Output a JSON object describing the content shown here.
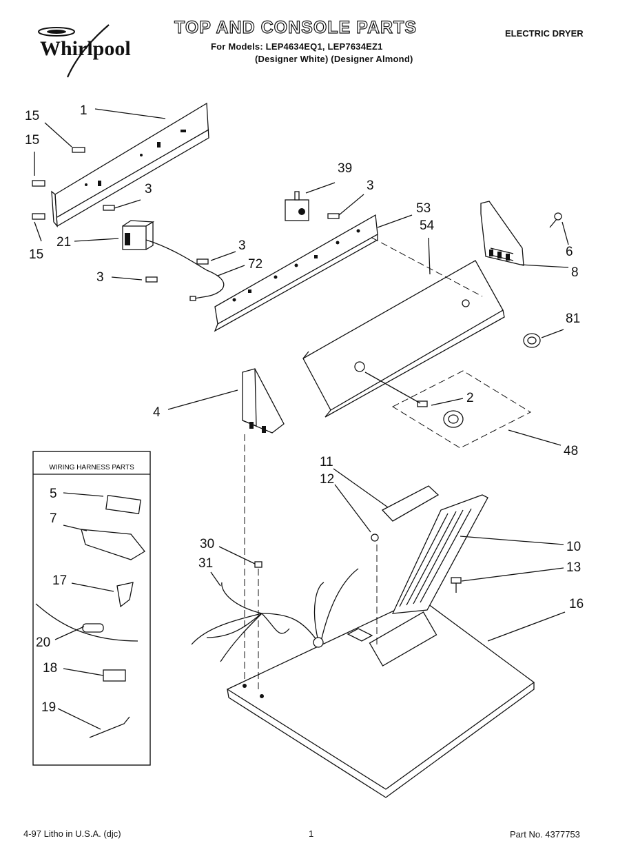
{
  "header": {
    "brand": "Whirlpool",
    "title": "TOP AND CONSOLE PARTS",
    "models_line": "For Models: LEP4634EQ1, LEP7634EZ1",
    "variants_line": "(Designer White) (Designer Almond)",
    "product_type": "ELECTRIC DRYER"
  },
  "inset": {
    "title": "WIRING HARNESS PARTS"
  },
  "labels": {
    "p1": "1",
    "p15a": "15",
    "p15b": "15",
    "p15c": "15",
    "p3a": "3",
    "p3b": "3",
    "p3c": "3",
    "p3d": "3",
    "p21": "21",
    "p39": "39",
    "p53": "53",
    "p54": "54",
    "p6": "6",
    "p8": "8",
    "p72": "72",
    "p81": "81",
    "p2": "2",
    "p48": "48",
    "p4": "4",
    "p11": "11",
    "p12": "12",
    "p10": "10",
    "p13": "13",
    "p16": "16",
    "p30": "30",
    "p31": "31",
    "p5": "5",
    "p7": "7",
    "p17": "17",
    "p20": "20",
    "p18": "18",
    "p19": "19"
  },
  "footer": {
    "litho": "4-97 Litho in U.S.A. (djc)",
    "page": "1",
    "part_no": "Part No. 4377753"
  }
}
